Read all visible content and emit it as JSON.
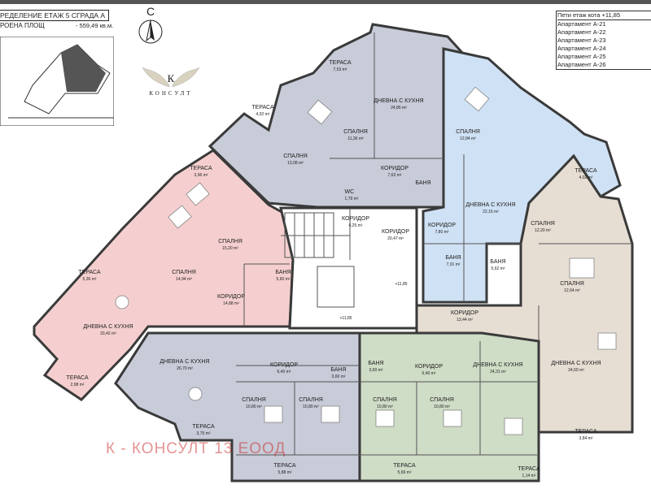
{
  "header": {
    "title": "РЕДЕЛЕНИЕ ЕТАЖ 5 СГРАДА А",
    "area_label": "РОЕНА ПЛОЩ",
    "area_value": "- 559,49 кв.м."
  },
  "compass": {
    "label": "С"
  },
  "logo": {
    "letter": "К",
    "name": "КОНСУЛТ"
  },
  "legend": {
    "title": "Пети етаж кота +11,85",
    "items": [
      "Апартамент А-21",
      "Апартамент А-22",
      "Апартамент А-23",
      "Апартамент А-24",
      "Апартамент А-25",
      "Апартамент А-26"
    ]
  },
  "watermark": "К - КОНСУЛТ 13 ЕООД",
  "colors": {
    "pink": "#f5cfcf",
    "gray": "#c8cbd8",
    "blue": "#cfe1f4",
    "beige": "#e6ddd3",
    "green": "#cfdcc6",
    "wall": "#3a3a3a"
  },
  "rooms": [
    {
      "name": "ТЕРАСА",
      "area": "7,53 m²"
    },
    {
      "name": "ДНЕВНА С КУХНЯ",
      "area": "24,86 m²"
    },
    {
      "name": "СПАЛНЯ",
      "area": "11,36 m²"
    },
    {
      "name": "ТЕРАСА",
      "area": "4,92 m²"
    },
    {
      "name": "СПАЛНЯ",
      "area": "13,08 m²"
    },
    {
      "name": "КОРИДОР",
      "area": "7,63 m²"
    },
    {
      "name": "WC",
      "area": "1,79 m²"
    },
    {
      "name": "БАНЯ",
      "area": ""
    },
    {
      "name": "СПАЛНЯ",
      "area": "12,84 m²"
    },
    {
      "name": "ДНЕВНА С КУХНЯ",
      "area": "22,16 m²"
    },
    {
      "name": "ТЕРАСА",
      "area": "4,02 m²"
    },
    {
      "name": "КОРИДОР",
      "area": "7,80 m²"
    },
    {
      "name": "БАНЯ",
      "area": "7,01 m²"
    },
    {
      "name": "КОРИДОР",
      "area": "4,25 m²"
    },
    {
      "name": "КОРИДОР",
      "area": "20,47 m²"
    },
    {
      "name": "ТЕРАСА",
      "area": "3,96 m²"
    },
    {
      "name": "СПАЛНЯ",
      "area": "15,20 m²"
    },
    {
      "name": "СПАЛНЯ",
      "area": "14,94 m²"
    },
    {
      "name": "ТЕРАСА",
      "area": "5,36 m²"
    },
    {
      "name": "КОРИДОР",
      "area": "14,88 m²"
    },
    {
      "name": "БАНЯ",
      "area": "5,60 m²"
    },
    {
      "name": "ДНЕВНА С КУХНЯ",
      "area": "33,42 m²"
    },
    {
      "name": "ТЕРАСА",
      "area": "2,98 m²"
    },
    {
      "name": "СПАЛНЯ",
      "area": "12,20 m²"
    },
    {
      "name": "СПАЛНЯ",
      "area": "12,64 m²"
    },
    {
      "name": "КОРИДОР",
      "area": "13,44 m²"
    },
    {
      "name": "БАНЯ",
      "area": "5,62 m²"
    },
    {
      "name": "ДНЕВНА С КУХНЯ",
      "area": "24,60 m²"
    },
    {
      "name": "ТЕРАСА",
      "area": "3,84 m²"
    },
    {
      "name": "ДНЕВНА С КУХНЯ",
      "area": "26,70 m²"
    },
    {
      "name": "КОРИДОР",
      "area": "6,40 m²"
    },
    {
      "name": "БАНЯ",
      "area": "3,60 m²"
    },
    {
      "name": "СПАЛНЯ",
      "area": "10,80 m²"
    },
    {
      "name": "СПАЛНЯ",
      "area": "10,80 m²"
    },
    {
      "name": "ТЕРАСА",
      "area": "3,75 m²"
    },
    {
      "name": "ТЕРАСА",
      "area": "5,88 m²"
    },
    {
      "name": "БАНЯ",
      "area": "3,60 m²"
    },
    {
      "name": "КОРИДОР",
      "area": "6,40 m²"
    },
    {
      "name": "СПАЛНЯ",
      "area": "10,80 m²"
    },
    {
      "name": "СПАЛНЯ",
      "area": "10,80 m²"
    },
    {
      "name": "ДНЕВНА С КУХНЯ",
      "area": "24,31 m²"
    },
    {
      "name": "ТЕРАСА",
      "area": "5,69 m²"
    },
    {
      "name": "ТЕРАСА",
      "area": "1,14 m²"
    }
  ],
  "levels": [
    "+11,85",
    "+11,85"
  ]
}
